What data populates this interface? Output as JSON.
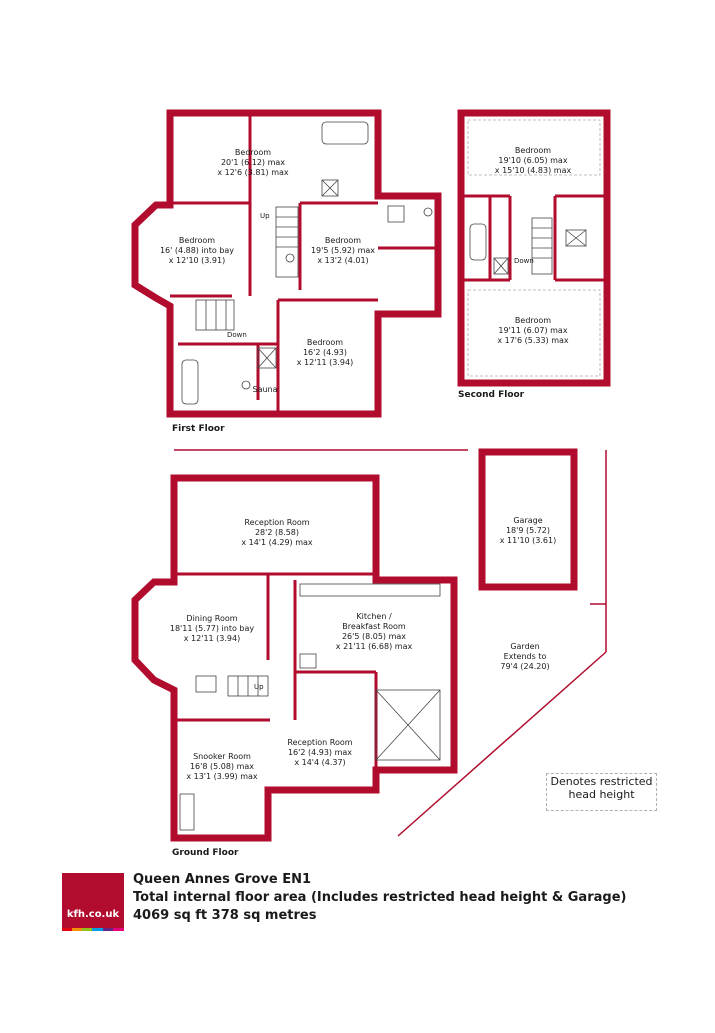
{
  "floors": {
    "first": "First Floor",
    "second": "Second Floor",
    "ground": "Ground Floor"
  },
  "rooms": {
    "ff_bed1": {
      "name": "Bedroom",
      "l1": "20'1 (6.12) max",
      "l2": "x 12'6 (3.81) max"
    },
    "ff_bed2": {
      "name": "Bedroom",
      "l1": "16' (4.88) into bay",
      "l2": "x 12'10 (3.91)"
    },
    "ff_bed3": {
      "name": "Bedroom",
      "l1": "19'5 (5.92) max",
      "l2": "x 13'2 (4.01)"
    },
    "ff_bed4": {
      "name": "Bedroom",
      "l1": "16'2 (4.93)",
      "l2": "x 12'11 (3.94)"
    },
    "sf_bed1": {
      "name": "Bedroom",
      "l1": "19'10 (6.05) max",
      "l2": "x 15'10 (4.83) max"
    },
    "sf_bed2": {
      "name": "Bedroom",
      "l1": "19'11 (6.07) max",
      "l2": "x 17'6 (5.33) max"
    },
    "garage": {
      "name": "Garage",
      "l1": "18'9 (5.72)",
      "l2": "x 11'10 (3.61)"
    },
    "reception1": {
      "name": "Reception Room",
      "l1": "28'2 (8.58)",
      "l2": "x 14'1 (4.29)  max"
    },
    "dining": {
      "name": "Dining Room",
      "l1": "18'11 (5.77) into bay",
      "l2": "x 12'11 (3.94)"
    },
    "kitchen": {
      "name": "Kitchen /",
      "l1": "Breakfast Room",
      "l2": "26'5 (8.05) max",
      "l3": "x 21'11 (6.68) max"
    },
    "reception2": {
      "name": "Reception Room",
      "l1": "16'2 (4.93) max",
      "l2": "x 14'4 (4.37)"
    },
    "snooker": {
      "name": "Snooker Room",
      "l1": "16'8 (5.08) max",
      "l2": "x 13'1 (3.99) max"
    },
    "garden": {
      "name": "Garden",
      "l1": "Extends to",
      "l2": "79'4 (24.20)"
    }
  },
  "stair_labels": {
    "ff_up": "Up",
    "ff_down": "Down",
    "sauna": "Sauna",
    "sf_down": "Down",
    "gf_up": "Up"
  },
  "legend": {
    "line1": "Denotes restricted",
    "line2": "head height"
  },
  "footer": {
    "logo": "kfh.co.uk",
    "address": "Queen Annes Grove  EN1",
    "area_note": "Total internal floor area (Includes restricted head height & Garage)",
    "area": "4069 sq ft 378 sq metres"
  },
  "colors": {
    "wall": "#b10c2e",
    "logo_bg": "#b10c2e",
    "logo_stripes": [
      "#e30613",
      "#f39200",
      "#95c11f",
      "#009fe3",
      "#662483",
      "#e6007e"
    ]
  }
}
